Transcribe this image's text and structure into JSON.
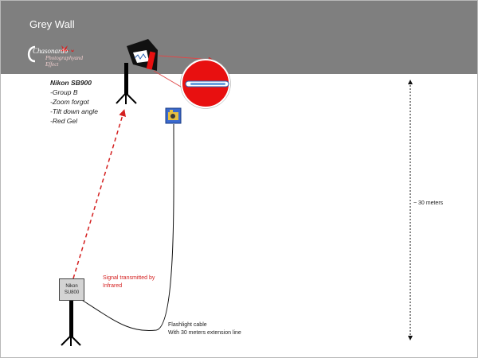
{
  "wall": {
    "title": "Grey Wall"
  },
  "logo": {
    "word": "Chasonardo",
    "sub": "Photographyand Effect"
  },
  "flash": {
    "heading": "Nikon SB900",
    "settings": [
      "-Group B",
      "-Zoom forgot",
      "-Tilt down angle",
      "-Red Gel"
    ]
  },
  "commander": {
    "line1": "Nikon",
    "line2": "SU800"
  },
  "signal": {
    "line1": "Signal transmitted by",
    "line2": "Infrared"
  },
  "cable": {
    "line1": "Flashlight cable",
    "line2": "With 30 meters extension line"
  },
  "distance": {
    "label": "~ 30 meters"
  },
  "colors": {
    "wall": "#7f7f7f",
    "gel_red": "#e81010",
    "ir_signal": "#d42020",
    "light_ray": "#e04848",
    "stand": "#000000"
  },
  "icons": [
    "flash-head-icon",
    "camera-icon",
    "light-stand-icon",
    "light-circle-icon"
  ]
}
